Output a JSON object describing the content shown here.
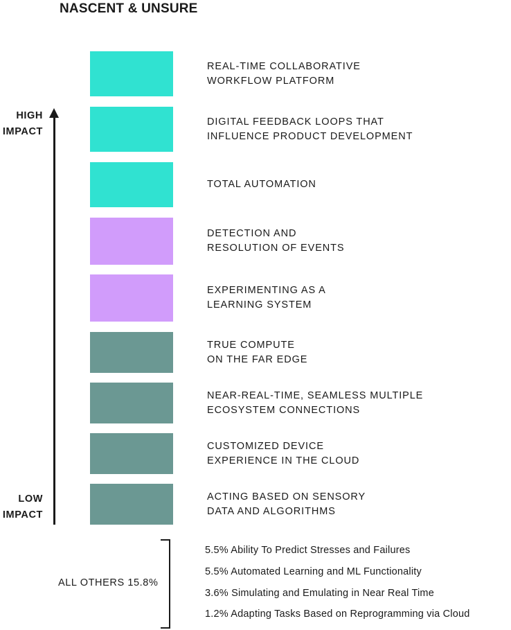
{
  "chart_data": {
    "type": "bar",
    "title": "NASCENT & UNSURE",
    "axis": {
      "high_label": "HIGH\nIMPACT",
      "low_label": "LOW\nIMPACT"
    },
    "categories": [
      "REAL-TIME COLLABORATIVE\nWORKFLOW PLATFORM",
      "DIGITAL FEEDBACK LOOPS THAT\nINFLUENCE PRODUCT DEVELOPMENT",
      "TOTAL AUTOMATION",
      "DETECTION AND\nRESOLUTION OF EVENTS",
      "EXPERIMENTING AS A\nLEARNING SYSTEM",
      "TRUE COMPUTE\nON THE FAR EDGE",
      "NEAR-REAL-TIME, SEAMLESS MULTIPLE\nECOSYSTEM CONNECTIONS",
      "CUSTOMIZED DEVICE\nEXPERIENCE IN THE CLOUD",
      "ACTING BASED ON SENSORY\nDATA AND ALGORITHMS"
    ],
    "colors": [
      "#30e2d1",
      "#30e2d1",
      "#30e2d1",
      "#d19cfb",
      "#d19cfb",
      "#6b9893",
      "#6b9893",
      "#6b9893",
      "#6b9893"
    ],
    "others": {
      "label": "ALL OTHERS 15.8%",
      "items": [
        "5.5% Ability To Predict Stresses and Failures",
        "5.5% Automated Learning and ML Functionality",
        "3.6% Simulating and Emulating in Near Real Time",
        "1.2% Adapting Tasks Based on Reprogramming via Cloud"
      ]
    }
  }
}
